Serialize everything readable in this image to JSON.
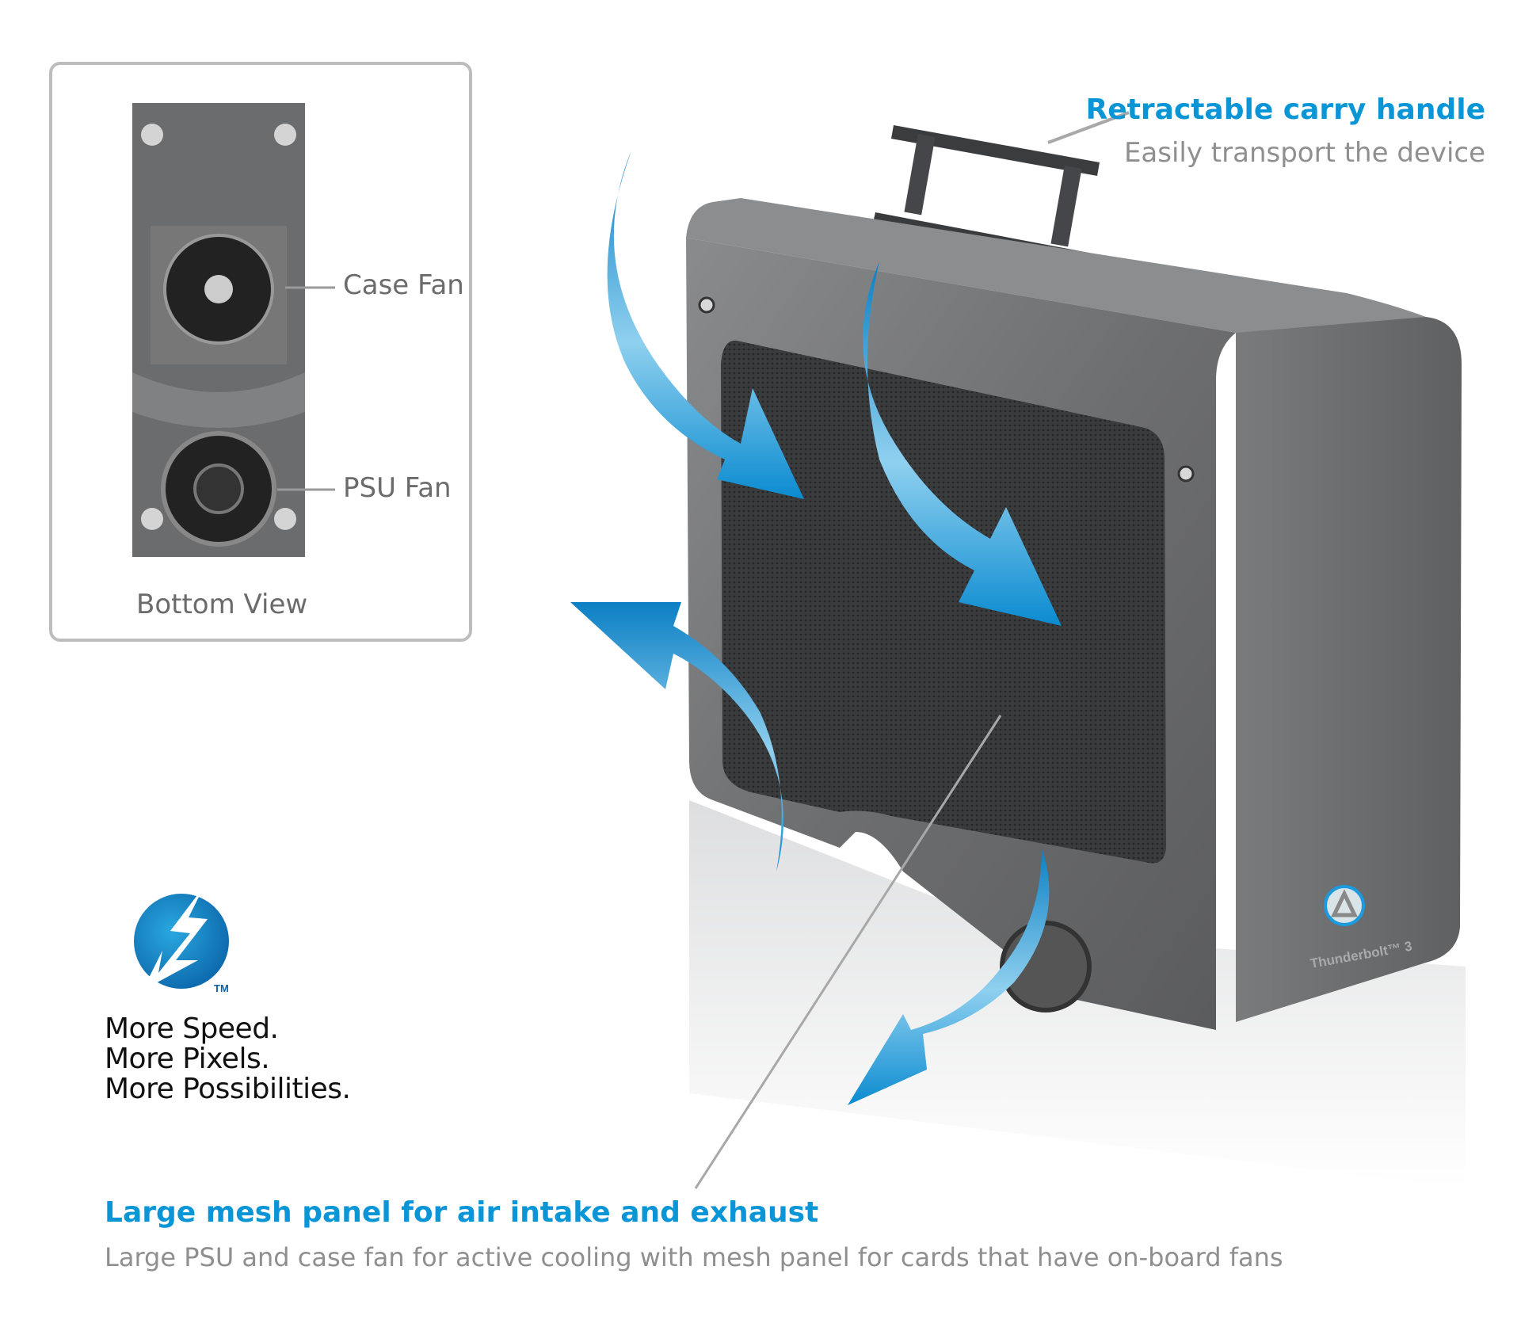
{
  "inset": {
    "case_fan_label": "Case Fan",
    "psu_fan_label": "PSU Fan",
    "caption": "Bottom View"
  },
  "handle_callout": {
    "title": "Retractable carry handle",
    "subtitle": "Easily transport the device"
  },
  "logo": {
    "trademark": "TM",
    "taglines": [
      "More Speed.",
      "More Pixels.",
      "More Possibilities."
    ]
  },
  "device": {
    "badge_text": "Thunderbolt™ 3"
  },
  "mesh_callout": {
    "title": "Large mesh panel for air intake and exhaust",
    "subtitle": "Large PSU and case fan for active cooling with mesh panel for cards that have on-board fans"
  },
  "colors": {
    "accent": "#0a96d6",
    "caption_gray": "#8f8f8f",
    "device_gray": "#6e6f71",
    "arrow_dark": "#0b7fc4",
    "arrow_light": "#8fd0ef"
  },
  "icons": [
    "thunderbolt-logo-icon",
    "airflow-arrow-icon",
    "fan-icon"
  ]
}
